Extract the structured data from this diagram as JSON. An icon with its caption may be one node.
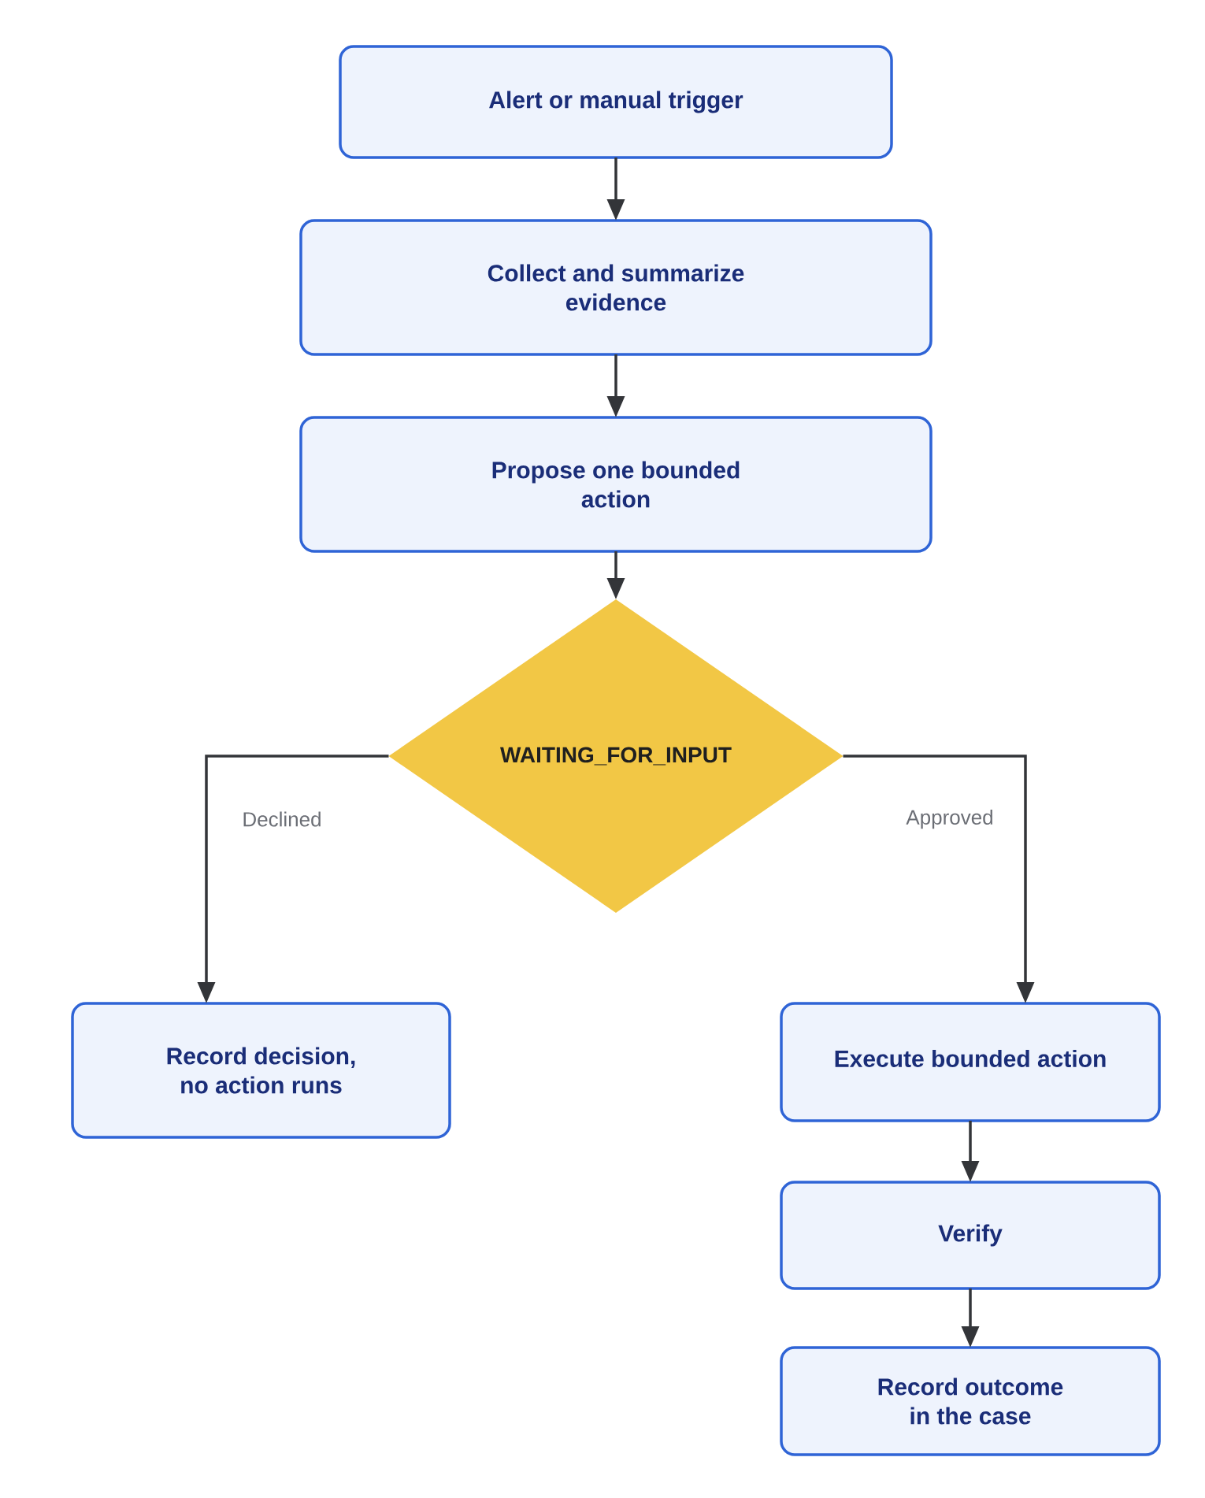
{
  "diagram": {
    "nodes": [
      {
        "text": [
          "Alert or manual trigger"
        ]
      },
      {
        "text": [
          "Collect and summarize evidence"
        ]
      },
      {
        "text": [
          "Propose one bounded action"
        ]
      },
      {
        "text": [
          "WAITING_FOR_INPUT"
        ]
      },
      {
        "text": [
          "Record decision, no action runs"
        ]
      },
      {
        "text": [
          "Execute bounded action"
        ]
      },
      {
        "text": [
          "Verify"
        ]
      },
      {
        "text": [
          "Record outcome in the case"
        ]
      }
    ],
    "edges": [
      {
        "from": 0,
        "to": 1,
        "arrow": "to"
      },
      {
        "from": 1,
        "to": 2,
        "arrow": "to"
      },
      {
        "from": 2,
        "to": 3,
        "arrow": "to"
      },
      {
        "from": 3,
        "to": 4,
        "arrow": "to",
        "label": "Declined"
      },
      {
        "from": 3,
        "to": 5,
        "arrow": "to",
        "label": "Approved"
      },
      {
        "from": 5,
        "to": 6,
        "arrow": "to"
      },
      {
        "from": 6,
        "to": 7,
        "arrow": "to"
      }
    ]
  }
}
